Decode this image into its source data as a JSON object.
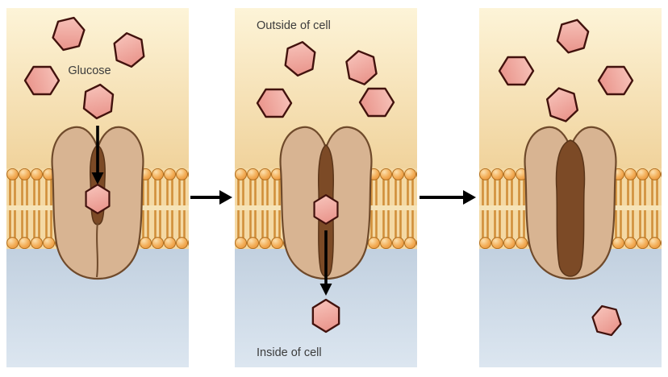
{
  "figure": {
    "type": "biology-diagram",
    "subject": "Glucose transported across the cell membrane through a transporter protein, shown in three stages",
    "labels": {
      "glucose": "Glucose",
      "outside_of_cell": "Outside of cell",
      "inside_of_cell": "Inside of cell"
    },
    "panels": [
      {
        "id": 1,
        "stage": "glucose approaches and enters open channel",
        "glucose_outside": 4,
        "glucose_in_channel": 1,
        "glucose_inside": 0
      },
      {
        "id": 2,
        "stage": "glucose passes through channel toward cell interior",
        "glucose_outside": 4,
        "glucose_in_channel": 1,
        "glucose_inside": 1
      },
      {
        "id": 3,
        "stage": "channel empty after releasing glucose inside cell",
        "glucose_outside": 4,
        "glucose_in_channel": 0,
        "glucose_inside": 1
      }
    ],
    "colors": {
      "outside_gradient_top": "#fdf4d8",
      "outside_gradient_bottom": "#edca8c",
      "inside_gradient_top": "#b9c9da",
      "inside_gradient_bottom": "#dce6f0",
      "membrane_head": "#f3ae58",
      "membrane_head_outline": "#b26f1e",
      "membrane_tails_bg": "#f4d9a4",
      "membrane_tail_line": "#d08f3a",
      "protein_fill": "#d8b492",
      "protein_outline": "#6f4a2b",
      "channel_fill": "#7c4a26",
      "glucose_fill": "#f2a49c",
      "glucose_outline": "#42120d",
      "arrow": "#000000",
      "label_text": "#3c3c3c",
      "background": "#ffffff"
    }
  }
}
